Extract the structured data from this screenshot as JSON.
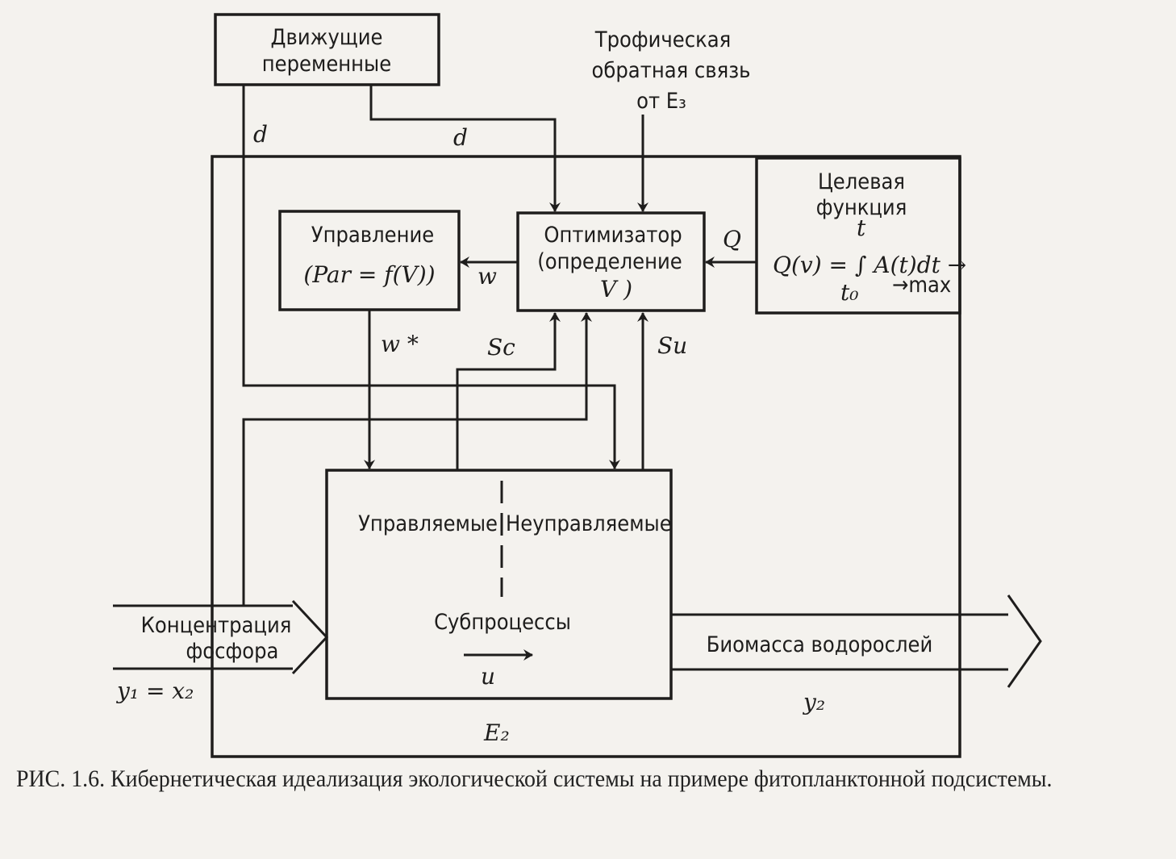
{
  "diagram": {
    "driving_variables": [
      "Движущие",
      "переменные"
    ],
    "trophic_feedback": [
      "Трофическая",
      "обратная связь",
      "от E₃"
    ],
    "d_label": "d",
    "control_box": [
      "Управление",
      "(Par = f(V))"
    ],
    "optimizer_box": [
      "Оптимизатор",
      "(определение",
      "V )"
    ],
    "objective_box": {
      "title": [
        "Целевая",
        "функция"
      ],
      "formula": "Q(v) = ∫ A(t)dt →",
      "upper_limit": "t",
      "lower_limit": "t₀",
      "max": "→max"
    },
    "q_label": "Q",
    "w_label": "w",
    "w_star_label": "w *",
    "sc_label": "Sc",
    "su_label": "Su",
    "subprocess_box": {
      "controlled": "Управляемые",
      "uncontrolled": "Неуправляемые",
      "title": "Субпроцессы",
      "u_label": "u"
    },
    "input_arrow": [
      "Концентрация",
      "фосфора"
    ],
    "input_label": "y₁ = x₂",
    "output_arrow": "Биомасса водорослей",
    "output_label": "y₂",
    "system_label": "E₂"
  },
  "caption": "РИС. 1.6. Кибернетическая идеализация экологической системы на примере фитопланктонной подсистемы."
}
